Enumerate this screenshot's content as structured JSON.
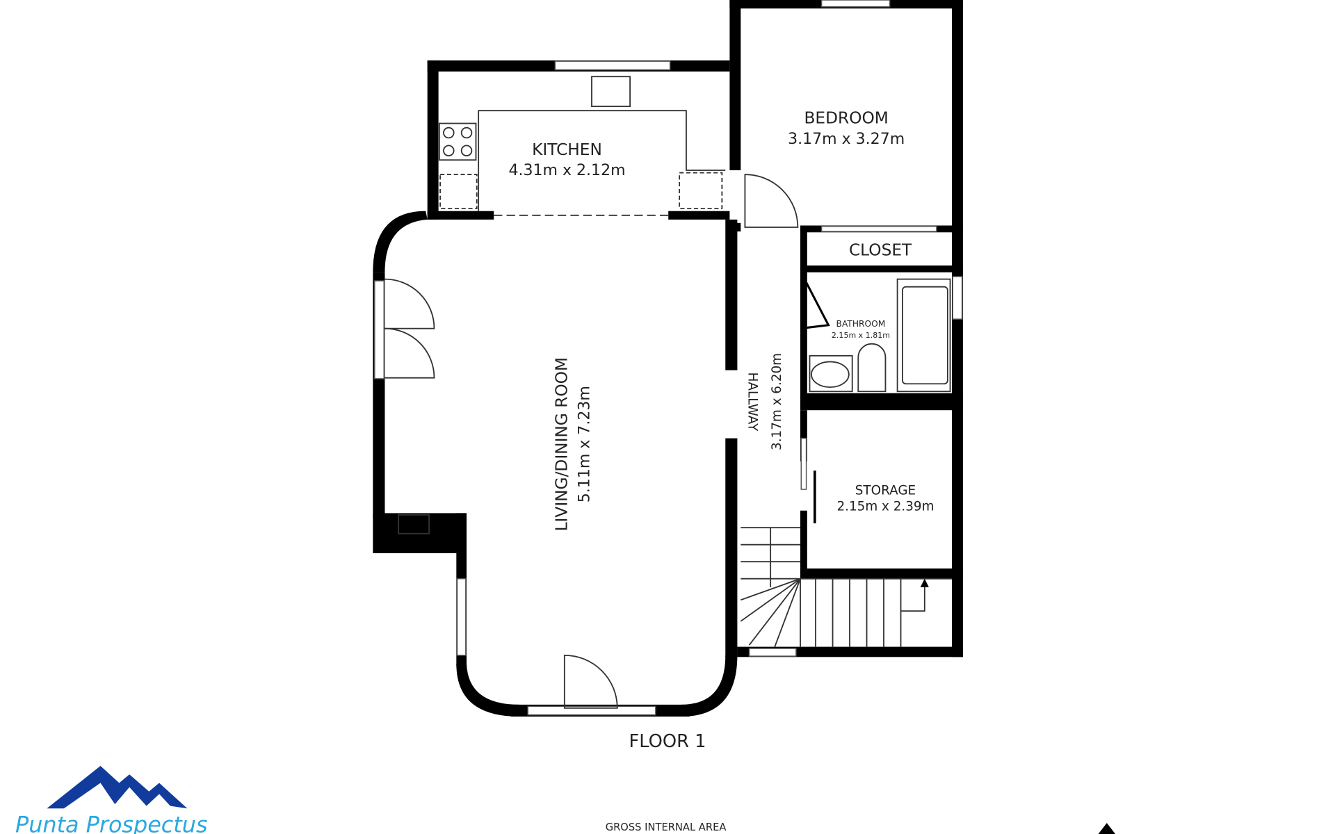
{
  "floor_label": "FLOOR 1",
  "rooms": {
    "kitchen": {
      "name": "KITCHEN",
      "size": "4.31m x 2.12m"
    },
    "bedroom": {
      "name": "BEDROOM",
      "size": "3.17m x 3.27m"
    },
    "closet": {
      "name": "CLOSET"
    },
    "bathroom": {
      "name": "BATHROOM",
      "size": "2.15m x 1.81m"
    },
    "living": {
      "name": "LIVING/DINING ROOM",
      "size": "5.11m x 7.23m"
    },
    "hallway": {
      "name": "HALLWAY",
      "size": "3.17m x 6.20m"
    },
    "storage": {
      "name": "STORAGE",
      "size": "2.15m x 2.39m"
    }
  },
  "footer": {
    "gross_area_label": "GROSS INTERNAL AREA"
  },
  "logo": {
    "text": "Punta Prospectus",
    "color": "#123c9c",
    "text_color": "#29a8e0"
  },
  "colors": {
    "wall": "#000000",
    "background": "#ffffff"
  }
}
